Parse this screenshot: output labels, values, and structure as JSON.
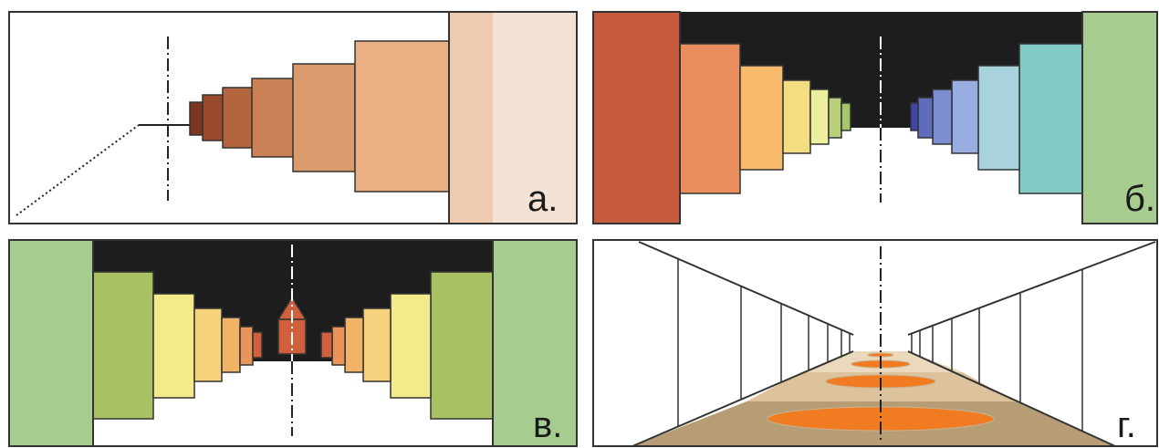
{
  "panels": {
    "a": {
      "label": "а.",
      "blocks": [
        {
          "color": "#7b3520"
        },
        {
          "color": "#9a4a2c"
        },
        {
          "color": "#b3653e"
        },
        {
          "color": "#c98155"
        },
        {
          "color": "#d99a6c"
        },
        {
          "color": "#eab084"
        }
      ],
      "far_wall_colors": [
        "#eecaae",
        "#f4e3d4"
      ]
    },
    "b": {
      "label": "б.",
      "colors": {
        "sky": "#1d1d1d",
        "left_end": "#c85a3e",
        "right_end": "#a6cc8f",
        "left_blocks": [
          "#e98f5e",
          "#f7b96c",
          "#f4dc80",
          "#ecef9e",
          "#b9cf7a",
          "#a6c66d"
        ],
        "right_blocks": [
          "#82cbc4",
          "#a9d3dc",
          "#98aee0",
          "#7c8dd1",
          "#5f6cbd",
          "#3c47a8"
        ]
      }
    },
    "c": {
      "label": "в.",
      "colors": {
        "sky": "#1d1d1d",
        "end_walls": "#a6cc8f",
        "blocks": [
          "#a7c163",
          "#f3ea8c",
          "#f7d27d",
          "#f1b366",
          "#e99559",
          "#d1603d"
        ],
        "spire": "#d1603d"
      }
    },
    "d": {
      "label": "г.",
      "colors": {
        "floor_far": "#ead9bc",
        "floor_mid": "#dcc39b",
        "floor_near": "#b79d76",
        "spots": "#f07b21"
      }
    }
  }
}
